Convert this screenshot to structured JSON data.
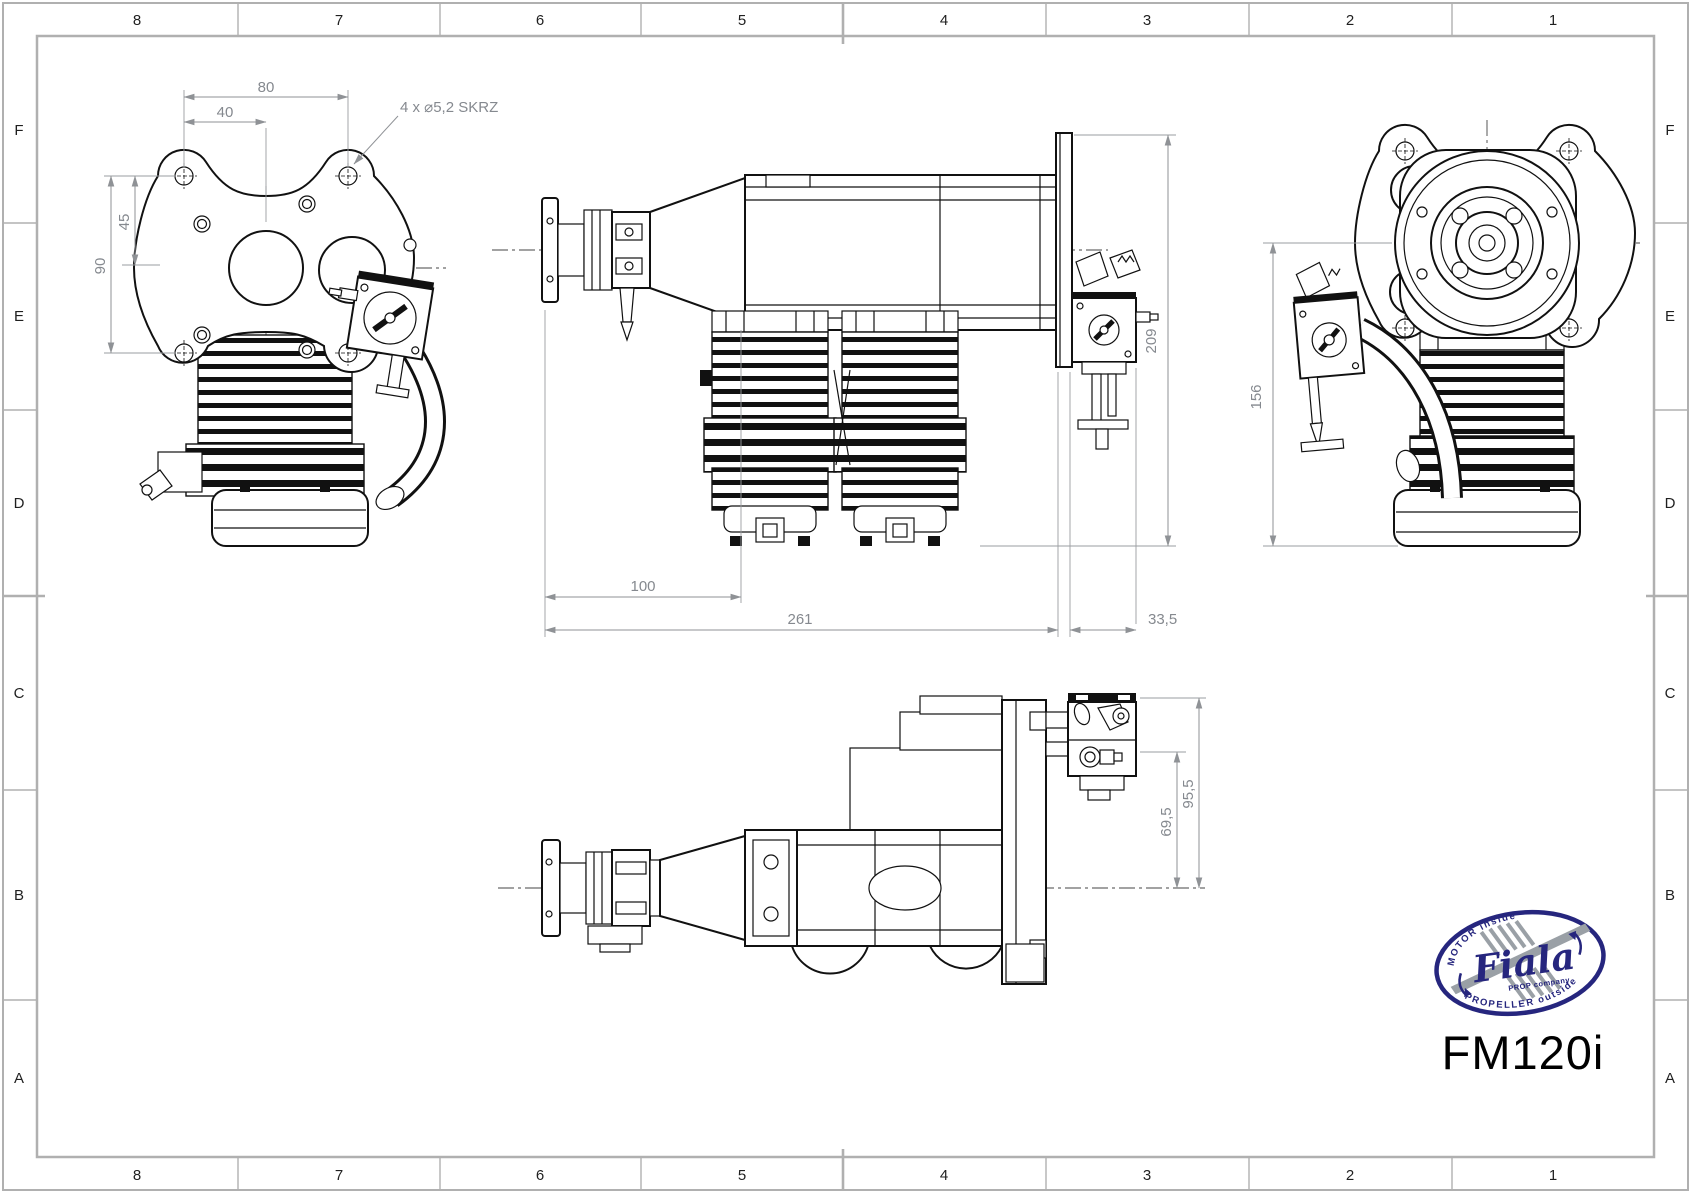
{
  "sheet": {
    "columns": [
      "8",
      "7",
      "6",
      "5",
      "4",
      "3",
      "2",
      "1"
    ],
    "rows": [
      "F",
      "E",
      "D",
      "C",
      "B",
      "A"
    ]
  },
  "title": "FM120i",
  "logo": {
    "brand": "Fiala",
    "arc_top": "MOTOR  inside",
    "sub_brand": "PROP company",
    "arc_bottom": "PROPELLER  outside",
    "navy": "#26267e",
    "gray": "#9aa0a6"
  },
  "dimensions": {
    "front": {
      "mount_width": "80",
      "mount_half_width": "40",
      "mount_half_height": "45",
      "mount_height": "90",
      "hole_note": "4 x ⌀5,2 SKRZ"
    },
    "side": {
      "front_length": "100",
      "overall_length": "261",
      "carb_depth": "33,5",
      "overall_height": "209"
    },
    "rear": {
      "center_to_bottom": "156"
    },
    "bottom": {
      "center_to_nipple": "69,5",
      "center_to_carb_top": "95,5"
    }
  }
}
